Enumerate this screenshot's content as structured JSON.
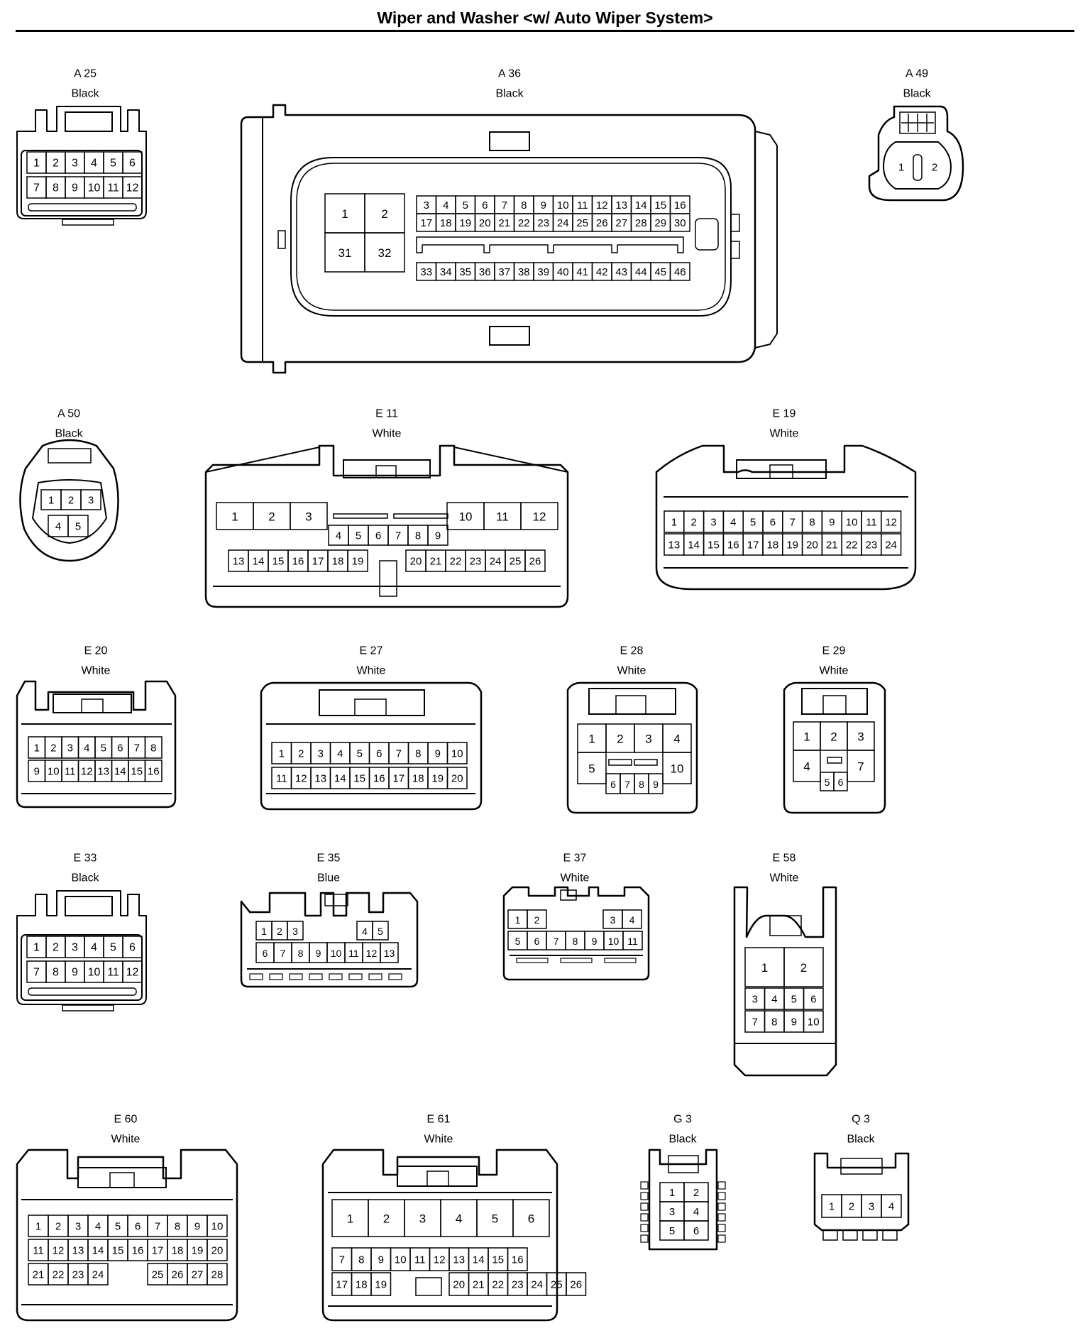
{
  "title": "Wiper and Washer <w/ Auto Wiper System>",
  "connectors": [
    {
      "id": "A 25",
      "color": "Black",
      "pins": [
        "1",
        "2",
        "3",
        "4",
        "5",
        "6",
        "7",
        "8",
        "9",
        "10",
        "11",
        "12"
      ]
    },
    {
      "id": "A 36",
      "color": "Black",
      "pins": [
        "1",
        "2",
        "31",
        "32",
        "3",
        "4",
        "5",
        "6",
        "7",
        "8",
        "9",
        "10",
        "11",
        "12",
        "13",
        "14",
        "15",
        "16",
        "17",
        "18",
        "19",
        "20",
        "21",
        "22",
        "23",
        "24",
        "25",
        "26",
        "27",
        "28",
        "29",
        "30",
        "33",
        "34",
        "35",
        "36",
        "37",
        "38",
        "39",
        "40",
        "41",
        "42",
        "43",
        "44",
        "45",
        "46"
      ]
    },
    {
      "id": "A 49",
      "color": "Black",
      "pins": [
        "1",
        "2"
      ]
    },
    {
      "id": "A 50",
      "color": "Black",
      "pins": [
        "1",
        "2",
        "3",
        "4",
        "5"
      ]
    },
    {
      "id": "E 11",
      "color": "White",
      "pins": [
        "1",
        "2",
        "3",
        "10",
        "11",
        "12",
        "4",
        "5",
        "6",
        "7",
        "8",
        "9",
        "13",
        "14",
        "15",
        "16",
        "17",
        "18",
        "19",
        "20",
        "21",
        "22",
        "23",
        "24",
        "25",
        "26"
      ]
    },
    {
      "id": "E 19",
      "color": "White",
      "pins": [
        "1",
        "2",
        "3",
        "4",
        "5",
        "6",
        "7",
        "8",
        "9",
        "10",
        "11",
        "12",
        "13",
        "14",
        "15",
        "16",
        "17",
        "18",
        "19",
        "20",
        "21",
        "22",
        "23",
        "24"
      ]
    },
    {
      "id": "E 20",
      "color": "White",
      "pins": [
        "1",
        "2",
        "3",
        "4",
        "5",
        "6",
        "7",
        "8",
        "9",
        "10",
        "11",
        "12",
        "13",
        "14",
        "15",
        "16"
      ]
    },
    {
      "id": "E 27",
      "color": "White",
      "pins": [
        "1",
        "2",
        "3",
        "4",
        "5",
        "6",
        "7",
        "8",
        "9",
        "10",
        "11",
        "12",
        "13",
        "14",
        "15",
        "16",
        "17",
        "18",
        "19",
        "20"
      ]
    },
    {
      "id": "E 28",
      "color": "White",
      "pins": [
        "1",
        "2",
        "3",
        "4",
        "5",
        "10",
        "6",
        "7",
        "8",
        "9"
      ]
    },
    {
      "id": "E 29",
      "color": "White",
      "pins": [
        "1",
        "2",
        "3",
        "4",
        "7",
        "5",
        "6"
      ]
    },
    {
      "id": "E 33",
      "color": "Black",
      "pins": [
        "1",
        "2",
        "3",
        "4",
        "5",
        "6",
        "7",
        "8",
        "9",
        "10",
        "11",
        "12"
      ]
    },
    {
      "id": "E 35",
      "color": "Blue",
      "pins": [
        "1",
        "2",
        "3",
        "4",
        "5",
        "6",
        "7",
        "8",
        "9",
        "10",
        "11",
        "12",
        "13"
      ]
    },
    {
      "id": "E 37",
      "color": "White",
      "pins": [
        "1",
        "2",
        "3",
        "4",
        "5",
        "6",
        "7",
        "8",
        "9",
        "10",
        "11"
      ]
    },
    {
      "id": "E 58",
      "color": "White",
      "pins": [
        "1",
        "2",
        "3",
        "4",
        "5",
        "6",
        "7",
        "8",
        "9",
        "10"
      ]
    },
    {
      "id": "E 60",
      "color": "White",
      "pins": [
        "1",
        "2",
        "3",
        "4",
        "5",
        "6",
        "7",
        "8",
        "9",
        "10",
        "11",
        "12",
        "13",
        "14",
        "15",
        "16",
        "17",
        "18",
        "19",
        "20",
        "21",
        "22",
        "23",
        "24",
        "25",
        "26",
        "27",
        "28"
      ]
    },
    {
      "id": "E 61",
      "color": "White",
      "pins": [
        "1",
        "2",
        "3",
        "4",
        "5",
        "6",
        "7",
        "8",
        "9",
        "10",
        "11",
        "12",
        "13",
        "14",
        "15",
        "16",
        "17",
        "18",
        "19",
        "20",
        "21",
        "22",
        "23",
        "24",
        "25",
        "26"
      ]
    },
    {
      "id": "G 3",
      "color": "Black",
      "pins": [
        "1",
        "2",
        "3",
        "4",
        "5",
        "6"
      ]
    },
    {
      "id": "Q 3",
      "color": "Black",
      "pins": [
        "1",
        "2",
        "3",
        "4"
      ]
    }
  ]
}
